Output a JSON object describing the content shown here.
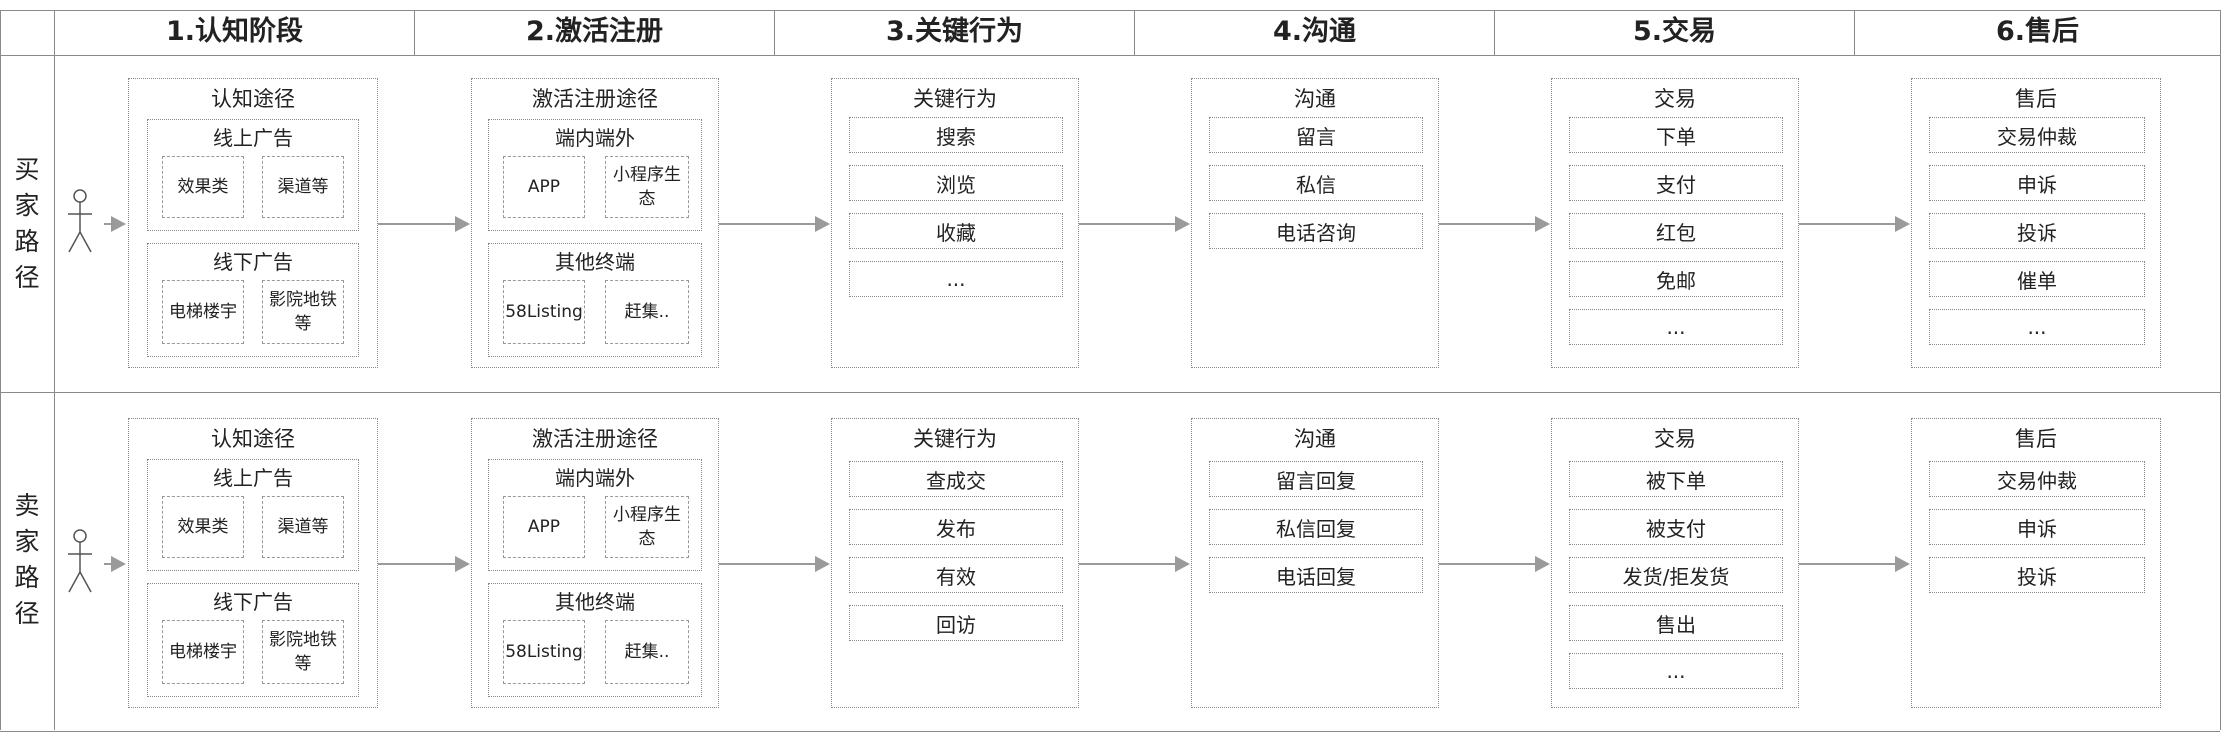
{
  "stages": [
    {
      "label": "1.认知阶段"
    },
    {
      "label": "2.激活注册"
    },
    {
      "label": "3.关键行为"
    },
    {
      "label": "4.沟通"
    },
    {
      "label": "5.交易"
    },
    {
      "label": "6.售后"
    }
  ],
  "buyer": {
    "row_label": [
      "买",
      "家",
      "路",
      "径"
    ],
    "awareness": {
      "title": "认知途径",
      "online": {
        "title": "线上广告",
        "items": [
          "效果类",
          "渠道等"
        ]
      },
      "offline": {
        "title": "线下广告",
        "items": [
          "电梯楼宇",
          "影院地铁等"
        ]
      }
    },
    "activation": {
      "title": "激活注册途径",
      "inapp": {
        "title": "端内端外",
        "items": [
          "APP",
          "小程序生态"
        ]
      },
      "other": {
        "title": "其他终端",
        "items": [
          "58Listing",
          "赶集.."
        ]
      }
    },
    "key_action": {
      "title": "关键行为",
      "items": [
        "搜索",
        "浏览",
        "收藏",
        "..."
      ]
    },
    "communication": {
      "title": "沟通",
      "items": [
        "留言",
        "私信",
        "电话咨询"
      ]
    },
    "transaction": {
      "title": "交易",
      "items": [
        "下单",
        "支付",
        "红包",
        "免邮",
        "..."
      ]
    },
    "after_sales": {
      "title": "售后",
      "items": [
        "交易仲裁",
        "申诉",
        "投诉",
        "催单",
        "..."
      ]
    }
  },
  "seller": {
    "row_label": [
      "卖",
      "家",
      "路",
      "径"
    ],
    "awareness": {
      "title": "认知途径",
      "online": {
        "title": "线上广告",
        "items": [
          "效果类",
          "渠道等"
        ]
      },
      "offline": {
        "title": "线下广告",
        "items": [
          "电梯楼宇",
          "影院地铁等"
        ]
      }
    },
    "activation": {
      "title": "激活注册途径",
      "inapp": {
        "title": "端内端外",
        "items": [
          "APP",
          "小程序生态"
        ]
      },
      "other": {
        "title": "其他终端",
        "items": [
          "58Listing",
          "赶集.."
        ]
      }
    },
    "key_action": {
      "title": "关键行为",
      "items": [
        "查成交",
        "发布",
        "有效",
        "回访"
      ]
    },
    "communication": {
      "title": "沟通",
      "items": [
        "留言回复",
        "私信回复",
        "电话回复"
      ]
    },
    "transaction": {
      "title": "交易",
      "items": [
        "被下单",
        "被支付",
        "发货/拒发货",
        "售出",
        "..."
      ]
    },
    "after_sales": {
      "title": "售后",
      "items": [
        "交易仲裁",
        "申诉",
        "投诉"
      ]
    }
  }
}
